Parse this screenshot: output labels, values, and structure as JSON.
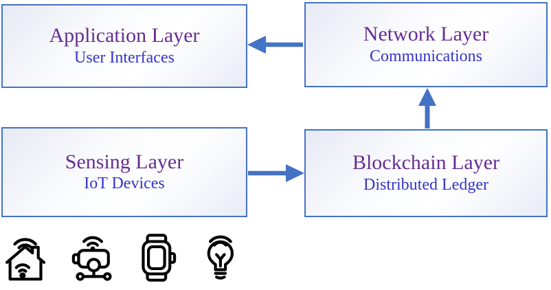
{
  "diagram": {
    "type": "architecture-flow",
    "nodes": [
      {
        "id": "application",
        "title": "Application Layer",
        "subtitle": "User Interfaces"
      },
      {
        "id": "network",
        "title": "Network Layer",
        "subtitle": "Communications"
      },
      {
        "id": "sensing",
        "title": "Sensing Layer",
        "subtitle": "IoT Devices"
      },
      {
        "id": "blockchain",
        "title": "Blockchain Layer",
        "subtitle": "Distributed Ledger"
      }
    ],
    "edges": [
      {
        "from": "network",
        "to": "application",
        "direction": "left"
      },
      {
        "from": "sensing",
        "to": "blockchain",
        "direction": "right"
      },
      {
        "from": "blockchain",
        "to": "network",
        "direction": "up"
      }
    ],
    "icons": [
      {
        "name": "smart-home-icon",
        "meaning": "smart home with wifi"
      },
      {
        "name": "iot-sensor-icon",
        "meaning": "connected sensor hub with wifi"
      },
      {
        "name": "smartwatch-icon",
        "meaning": "smartwatch"
      },
      {
        "name": "smart-bulb-icon",
        "meaning": "smart light bulb with wifi"
      }
    ],
    "colors": {
      "node_border": "#4472C4",
      "arrow": "#4472C4",
      "title_text": "#662D91",
      "subtitle_text": "#3333CC",
      "icon_stroke": "#000000",
      "node_fill_edge": "#E8EBF4",
      "node_fill_center": "#FFFFFF"
    }
  }
}
